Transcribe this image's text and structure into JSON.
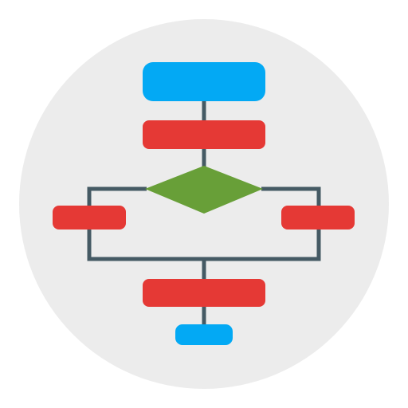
{
  "icon": {
    "name": "flowchart-icon",
    "colors": {
      "background_circle": "#ececec",
      "connector": "#455a64",
      "terminal": "#03a9f4",
      "process": "#e53935",
      "decision": "#689f38"
    },
    "nodes": [
      {
        "id": "start",
        "shape": "terminal"
      },
      {
        "id": "step-1",
        "shape": "process"
      },
      {
        "id": "decision",
        "shape": "decision"
      },
      {
        "id": "branch-left",
        "shape": "process"
      },
      {
        "id": "branch-right",
        "shape": "process"
      },
      {
        "id": "step-2",
        "shape": "process"
      },
      {
        "id": "end",
        "shape": "terminal"
      }
    ]
  }
}
